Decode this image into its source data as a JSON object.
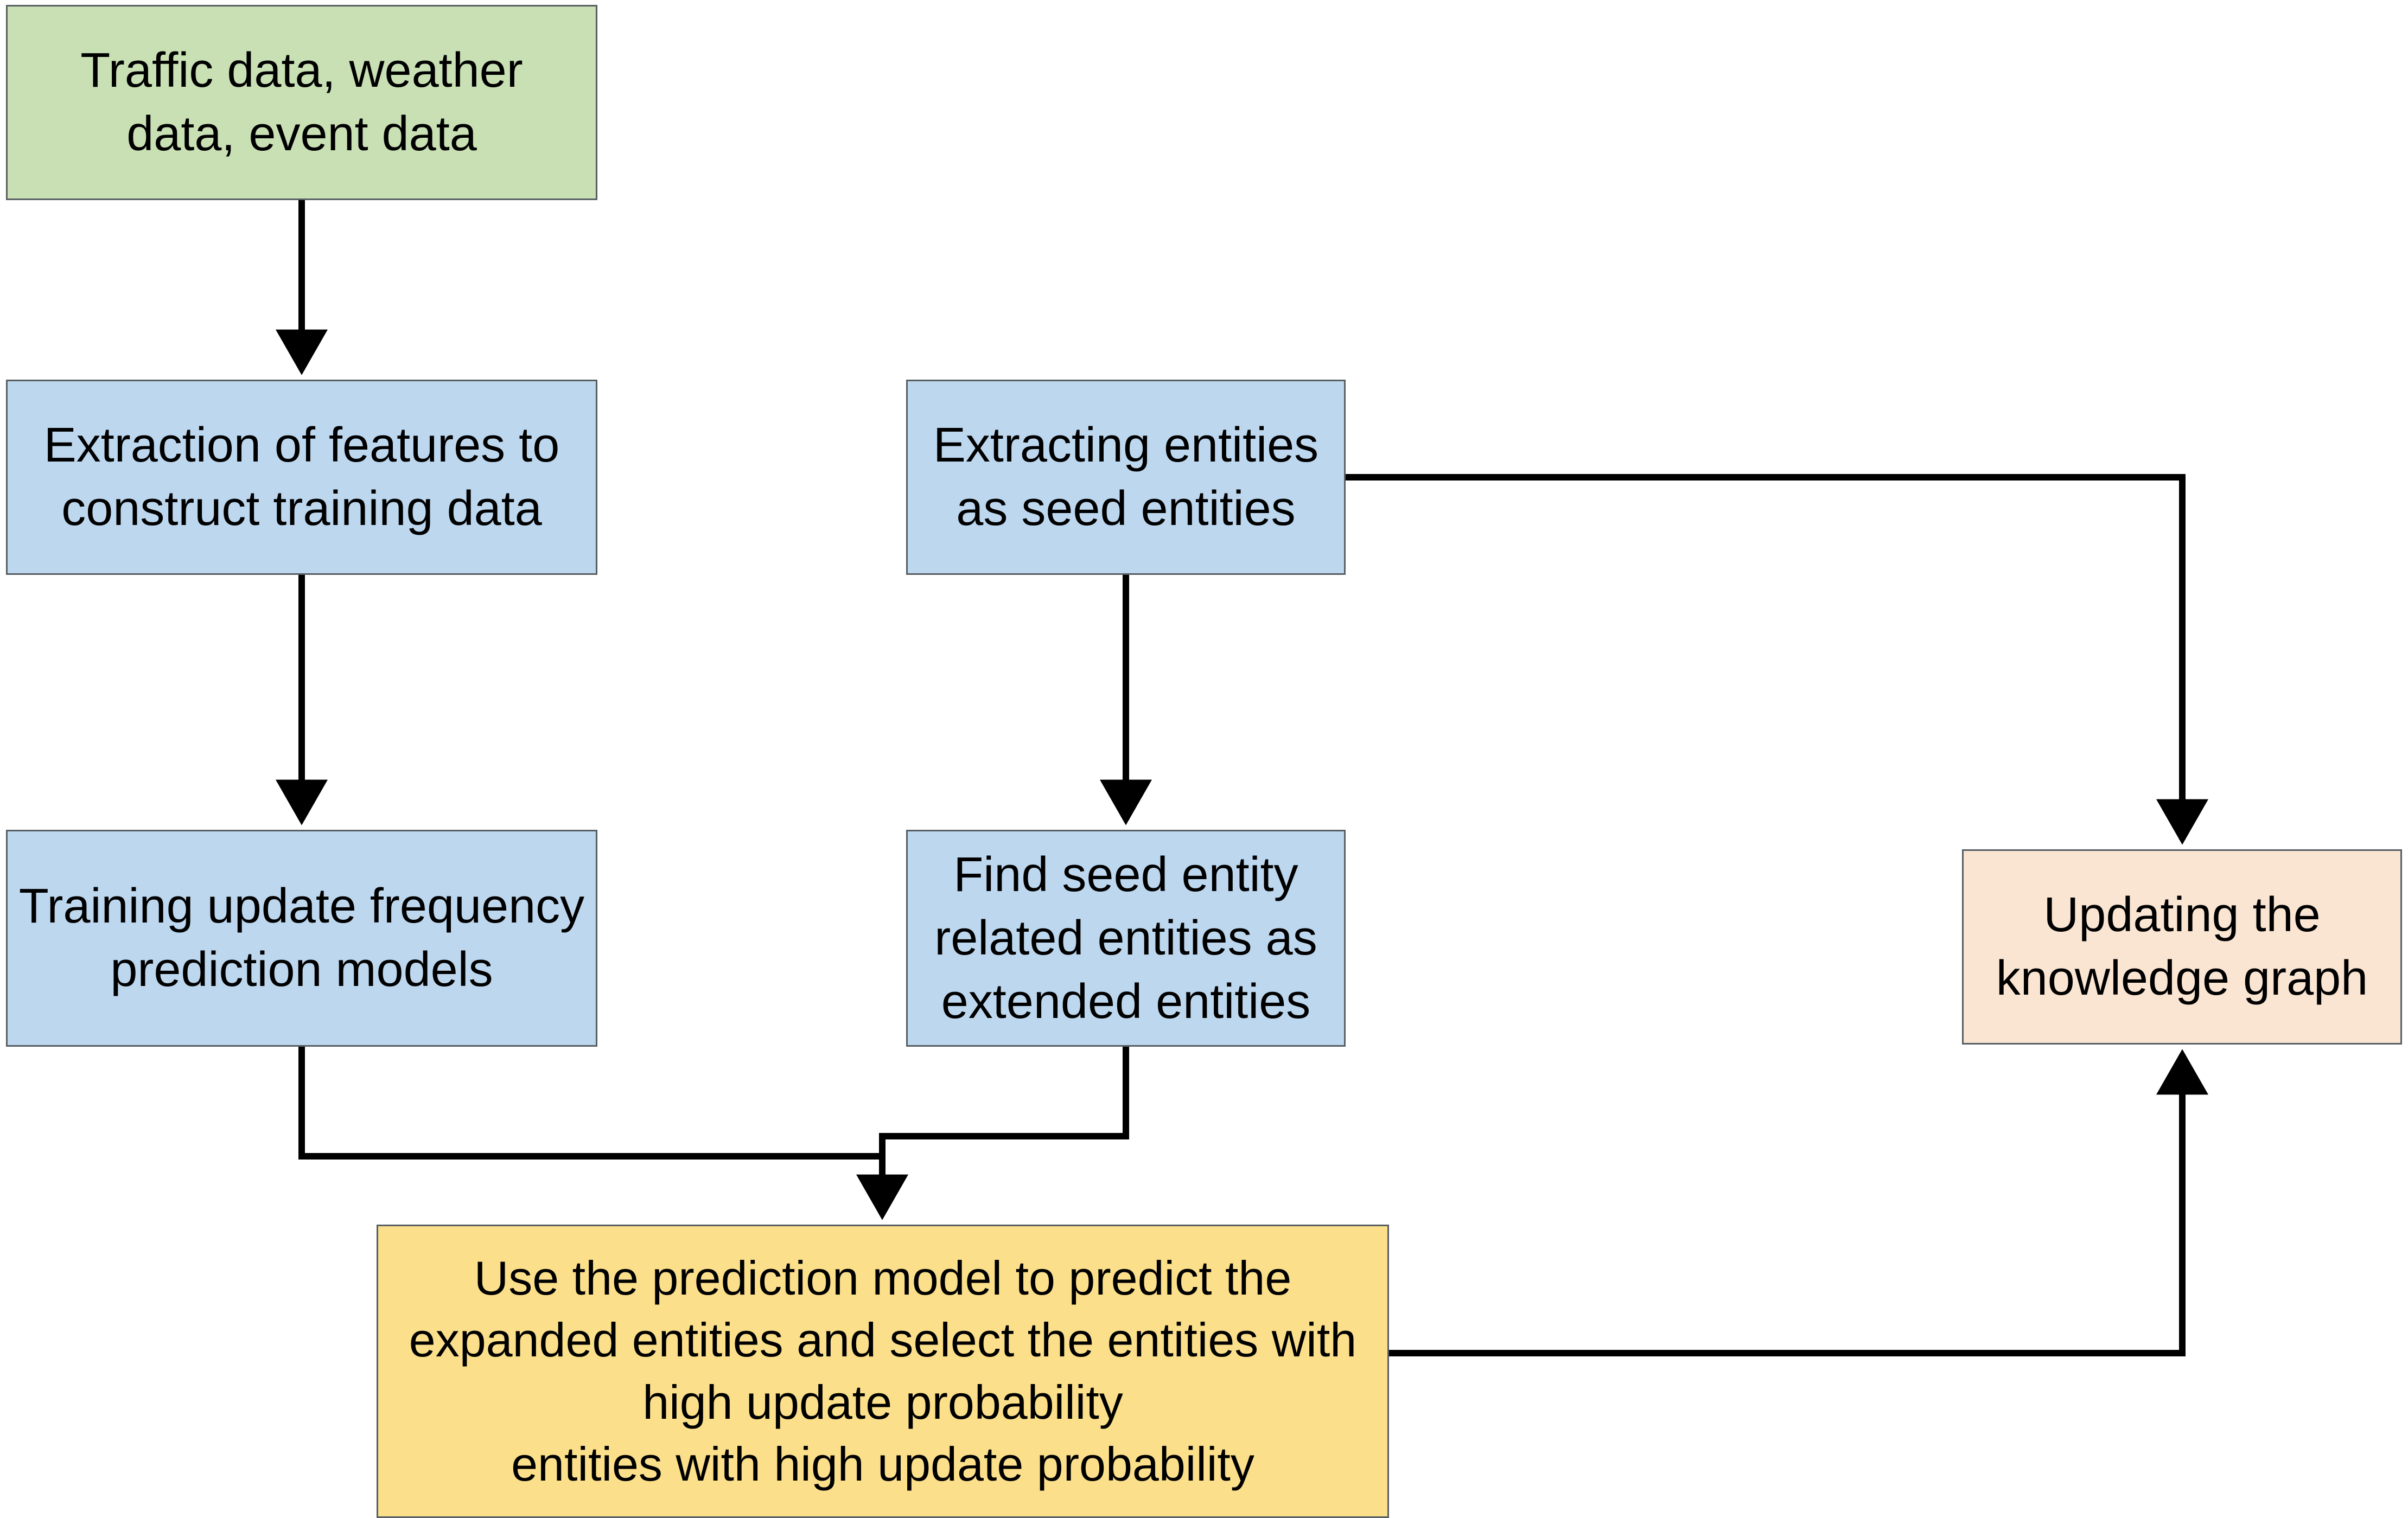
{
  "diagram": {
    "title": "Knowledge graph update-frequency prediction flowchart",
    "type": "flowchart",
    "background": "#ffffff",
    "palette": {
      "source_fill": "#c8e0b4",
      "process_fill": "#bdd7ee",
      "result_fill": "#fae5d3",
      "decision_fill": "#fbdf8a",
      "border": "#585f63",
      "connector": "#000000"
    },
    "nodes": [
      {
        "id": "source",
        "label": "Traffic data, weather\ndata, event data",
        "shape": "rectangle",
        "fill": "#c8e0b4"
      },
      {
        "id": "extract-features",
        "label": "Extraction of features to\nconstruct training data",
        "shape": "rectangle",
        "fill": "#bdd7ee"
      },
      {
        "id": "extract-entities",
        "label": "Extracting entities\nas seed entities",
        "shape": "rectangle",
        "fill": "#bdd7ee"
      },
      {
        "id": "train-model",
        "label": "Training update frequency\nprediction models",
        "shape": "rectangle",
        "fill": "#bdd7ee"
      },
      {
        "id": "find-related",
        "label": "Find seed entity\nrelated entities as\nextended entities",
        "shape": "rectangle",
        "fill": "#bdd7ee"
      },
      {
        "id": "update-kg",
        "label": "Updating the\nknowledge graph",
        "shape": "rectangle",
        "fill": "#fae5d3"
      },
      {
        "id": "predict-select",
        "label": "Use the prediction model to predict the\nexpanded entities and select the entities with\nhigh update probability\nentities with high update probability",
        "shape": "rectangle",
        "fill": "#fbdf8a"
      }
    ],
    "edges": [
      {
        "id": "e1",
        "from": "source",
        "to": "extract-features",
        "style": "straight-down",
        "arrow": "end"
      },
      {
        "id": "e2",
        "from": "extract-features",
        "to": "train-model",
        "style": "straight-down",
        "arrow": "end"
      },
      {
        "id": "e3",
        "from": "extract-entities",
        "to": "find-related",
        "style": "straight-down",
        "arrow": "end"
      },
      {
        "id": "e4",
        "from": "extract-entities",
        "to": "update-kg",
        "style": "elbow-right-down",
        "arrow": "end"
      },
      {
        "id": "e5",
        "from": "train-model",
        "to": "predict-select",
        "style": "elbow-down-right",
        "arrow": "end"
      },
      {
        "id": "e6",
        "from": "find-related",
        "to": "predict-select",
        "style": "elbow-down-left",
        "arrow": "end"
      },
      {
        "id": "e7",
        "from": "predict-select",
        "to": "update-kg",
        "style": "elbow-right-up",
        "arrow": "end"
      }
    ]
  }
}
